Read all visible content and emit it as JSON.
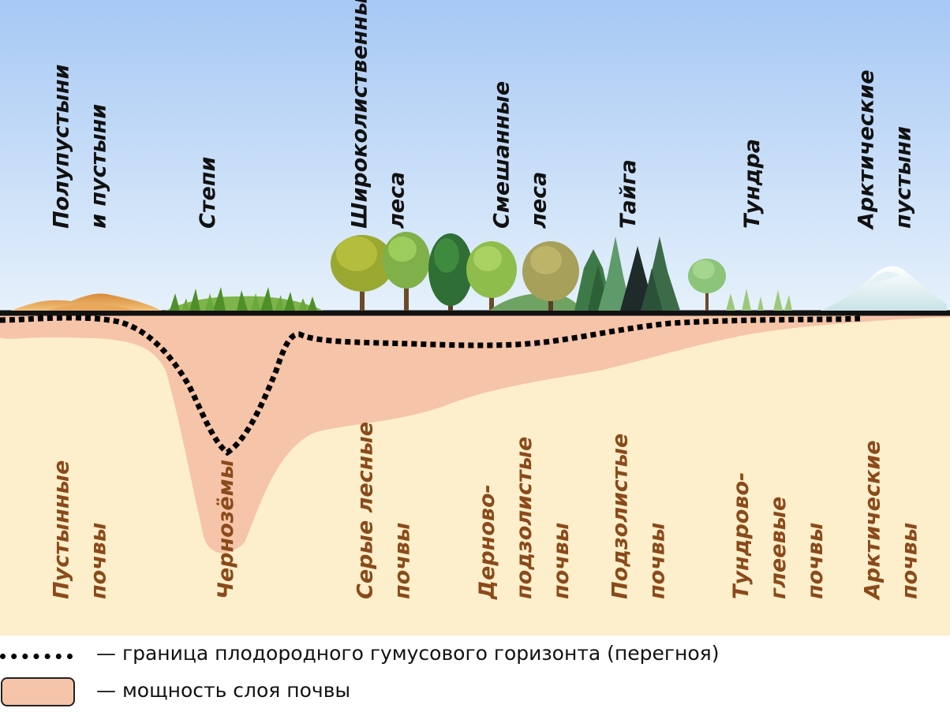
{
  "zones": [
    {
      "lines": [
        "Полупустыни",
        "и пустыни"
      ]
    },
    {
      "lines": [
        "Степи"
      ]
    },
    {
      "lines": [
        "Широколиственные",
        "леса"
      ]
    },
    {
      "lines": [
        "Смешанные",
        "леса"
      ]
    },
    {
      "lines": [
        "Тайга"
      ]
    },
    {
      "lines": [
        "Тундра"
      ]
    },
    {
      "lines": [
        "Арктические",
        "пустыни"
      ]
    }
  ],
  "soils": [
    {
      "lines": [
        "Пустынные",
        "почвы"
      ]
    },
    {
      "lines": [
        "Чернозёмы"
      ]
    },
    {
      "lines": [
        "Серые лесные",
        "почвы"
      ]
    },
    {
      "lines": [
        "Дерново-",
        "подзолистые",
        "почвы"
      ]
    },
    {
      "lines": [
        "Подзолистые",
        "почвы"
      ]
    },
    {
      "lines": [
        "Тундрово-",
        "глеевые",
        "почвы"
      ]
    },
    {
      "lines": [
        "Арктические",
        "почвы"
      ]
    }
  ],
  "legend": {
    "humus_boundary": "— граница плодородного гумусового горизонта (перегноя)",
    "soil_thickness": "— мощность слоя почвы"
  },
  "colors": {
    "sky_top": "#a6c8f4",
    "sky_bottom": "#e6f1fb",
    "ground": "#fdefcb",
    "soil_layer": "#f6c4a8",
    "soil_text": "#8a4a1a"
  }
}
